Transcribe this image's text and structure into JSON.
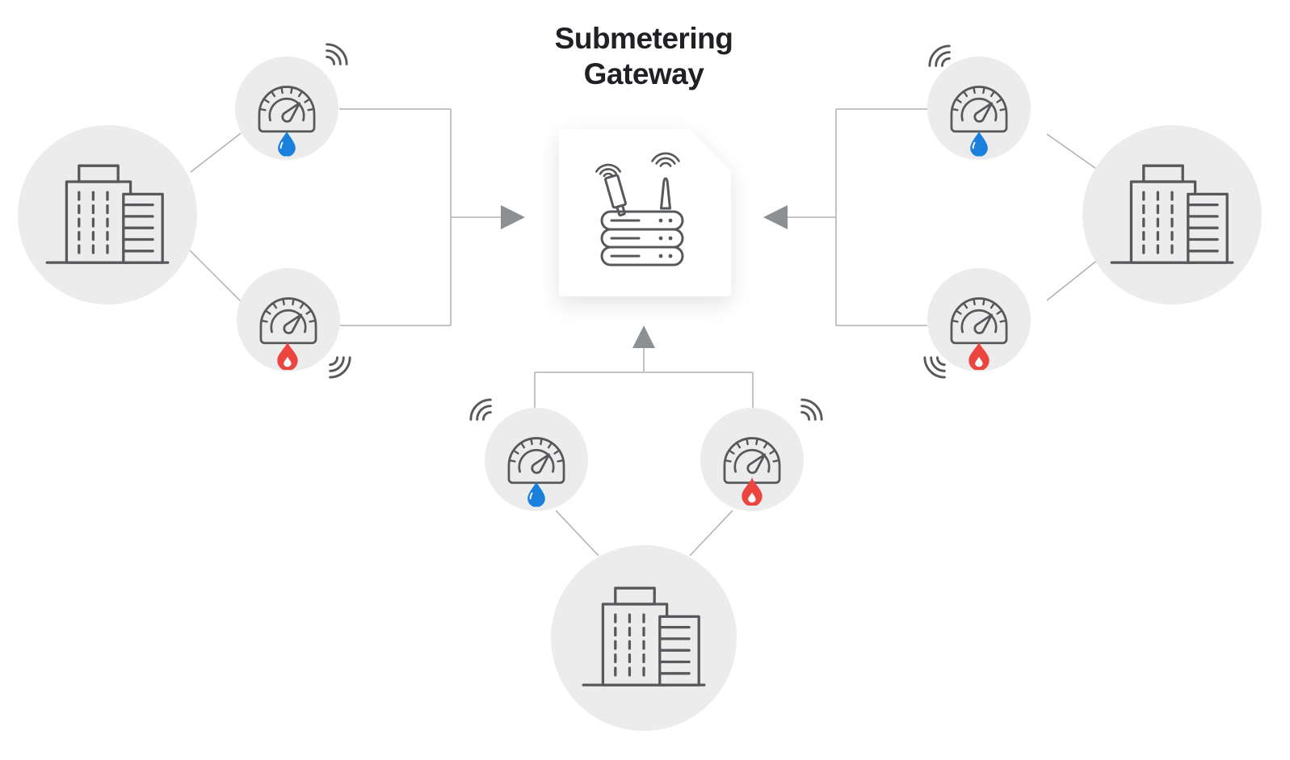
{
  "title": "Submetering Gateway",
  "colors": {
    "background": "#ffffff",
    "card_bg": "#ffffff",
    "node_circle": "#ececec",
    "connector_line": "#aeb0b2",
    "arrow_gray": "#8d9093",
    "icon_stroke": "#57585b",
    "water_blue": "#1b80dc",
    "flame_red": "#ec4540",
    "title_text": "#202124"
  },
  "gateway": {
    "icon": "wireless-router-icon",
    "description_icons": [
      "wifi-signal-icon",
      "antenna-icon",
      "server-stack-icon"
    ]
  },
  "nodes": {
    "left_building": {
      "icon": "building-icon"
    },
    "right_building": {
      "icon": "building-icon"
    },
    "bottom_building": {
      "icon": "building-icon"
    },
    "meters": [
      {
        "id": "left-water-meter",
        "icon": "gauge-icon",
        "utility": "water",
        "utility_icon": "water-drop-icon",
        "wireless_icon": "wifi-signal-icon"
      },
      {
        "id": "left-gas-meter",
        "icon": "gauge-icon",
        "utility": "gas",
        "utility_icon": "flame-icon",
        "wireless_icon": "wifi-signal-icon"
      },
      {
        "id": "right-water-meter",
        "icon": "gauge-icon",
        "utility": "water",
        "utility_icon": "water-drop-icon",
        "wireless_icon": "wifi-signal-icon"
      },
      {
        "id": "right-gas-meter",
        "icon": "gauge-icon",
        "utility": "gas",
        "utility_icon": "flame-icon",
        "wireless_icon": "wifi-signal-icon"
      },
      {
        "id": "bottom-water-meter",
        "icon": "gauge-icon",
        "utility": "water",
        "utility_icon": "water-drop-icon",
        "wireless_icon": "wifi-signal-icon"
      },
      {
        "id": "bottom-gas-meter",
        "icon": "gauge-icon",
        "utility": "gas",
        "utility_icon": "flame-icon",
        "wireless_icon": "wifi-signal-icon"
      }
    ]
  }
}
